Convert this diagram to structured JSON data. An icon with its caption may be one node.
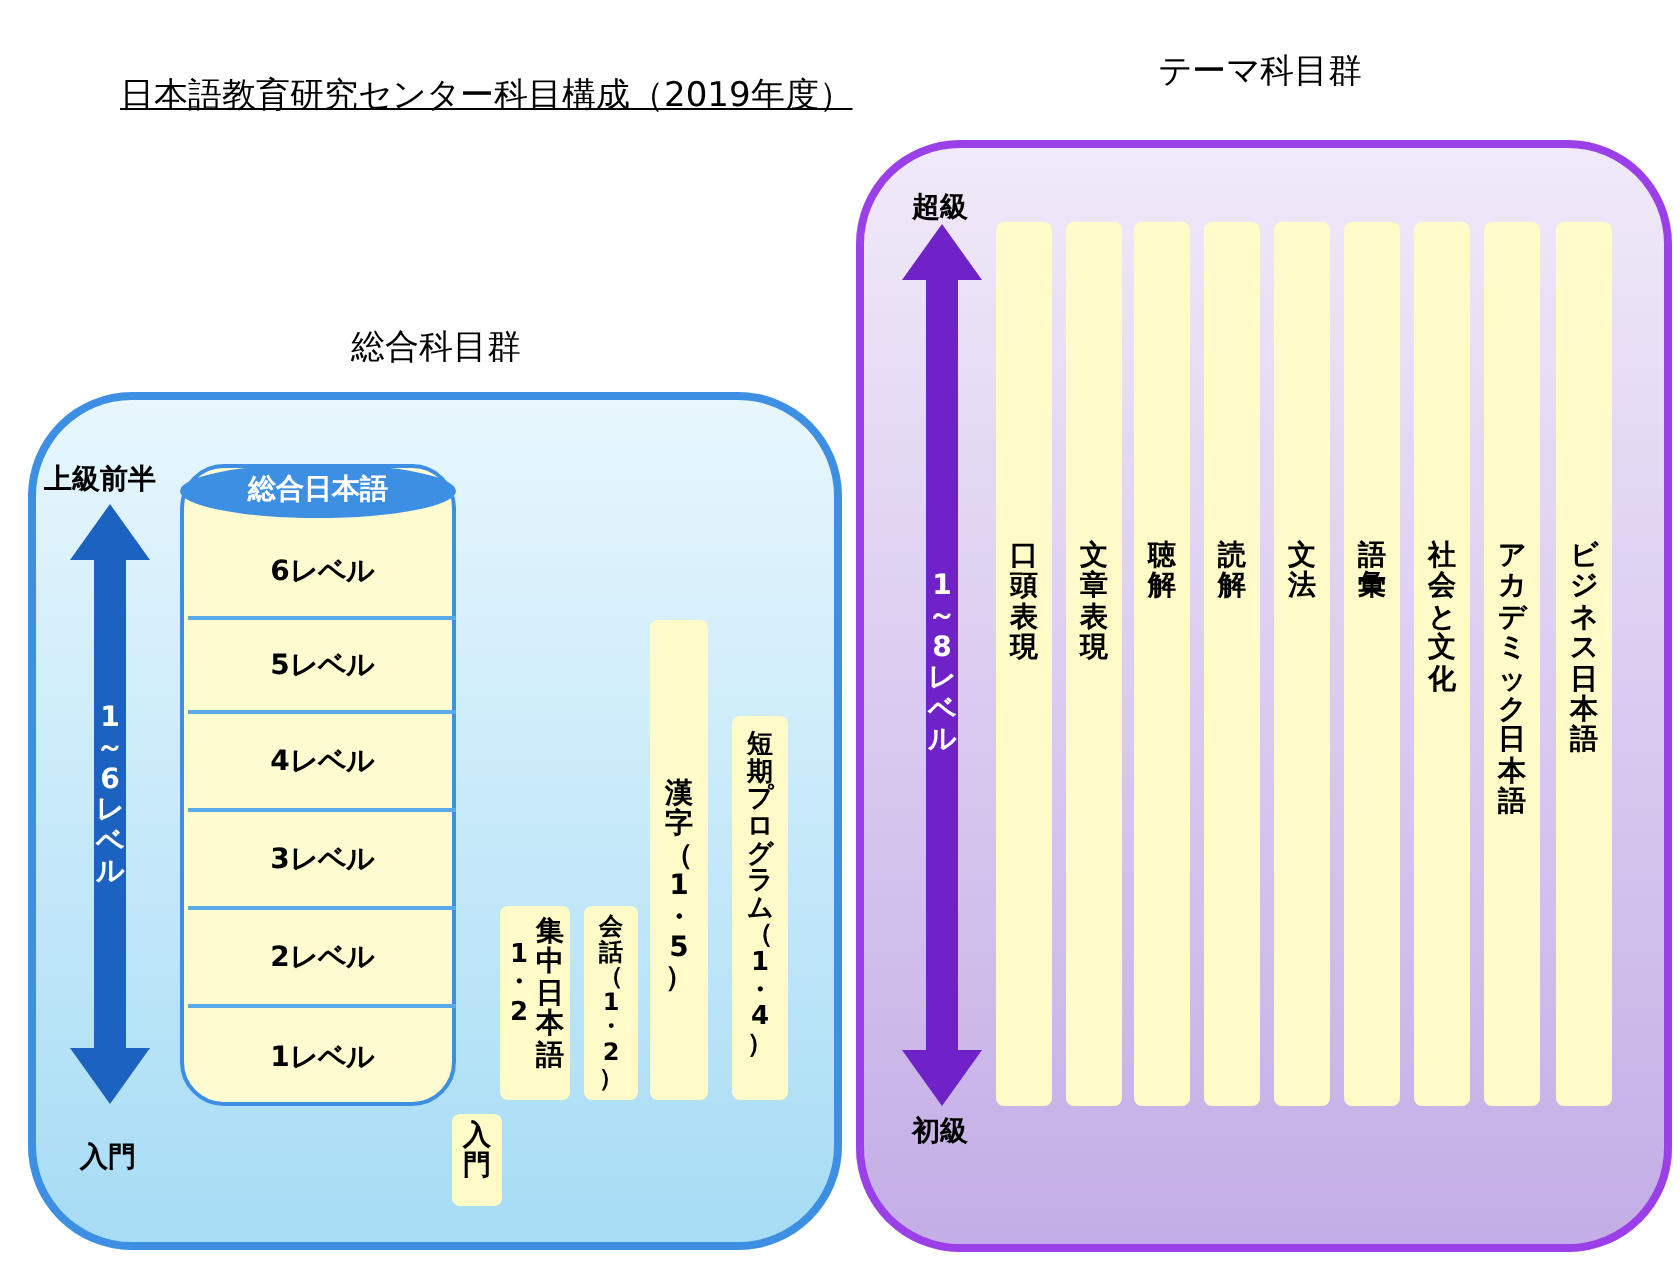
{
  "diagram": {
    "title": "日本語教育研究センター科目構成（2019年度）",
    "nodes": [
      {
        "text": [
          "総合科目群"
        ]
      },
      {
        "text": [
          "総合日本語"
        ],
        "in": 0
      },
      {
        "text": [
          "6レベル"
        ],
        "in": 1
      },
      {
        "text": [
          "5レベル"
        ],
        "in": 1
      },
      {
        "text": [
          "4レベル"
        ],
        "in": 1
      },
      {
        "text": [
          "3レベル"
        ],
        "in": 1
      },
      {
        "text": [
          "2レベル"
        ],
        "in": 1
      },
      {
        "text": [
          "1レベル"
        ],
        "in": 1
      },
      {
        "text": [
          "1・2",
          "集中日本語"
        ],
        "in": 0
      },
      {
        "text": [
          "会話（1・2）"
        ],
        "in": 0
      },
      {
        "text": [
          "漢字（1・5）"
        ],
        "in": 0
      },
      {
        "text": [
          "短期プログラム（1・4）"
        ],
        "in": 0
      },
      {
        "text": [
          "入門"
        ],
        "in": 0
      },
      {
        "text": [
          "テーマ科目群"
        ]
      },
      {
        "text": [
          "口頭表現"
        ],
        "in": 13
      },
      {
        "text": [
          "文章表現"
        ],
        "in": 13
      },
      {
        "text": [
          "聴解"
        ],
        "in": 13
      },
      {
        "text": [
          "読解"
        ],
        "in": 13
      },
      {
        "text": [
          "文法"
        ],
        "in": 13
      },
      {
        "text": [
          "語彙"
        ],
        "in": 13
      },
      {
        "text": [
          "社会と文化"
        ],
        "in": 13
      },
      {
        "text": [
          "アカデミック日本語"
        ],
        "in": 13
      },
      {
        "text": [
          "ビジネス日本語"
        ],
        "in": 13
      }
    ],
    "edges": [],
    "labels": [
      "上級前半",
      "1～6レベル",
      "入門",
      "超級",
      "1～8レベル",
      "初級"
    ]
  }
}
